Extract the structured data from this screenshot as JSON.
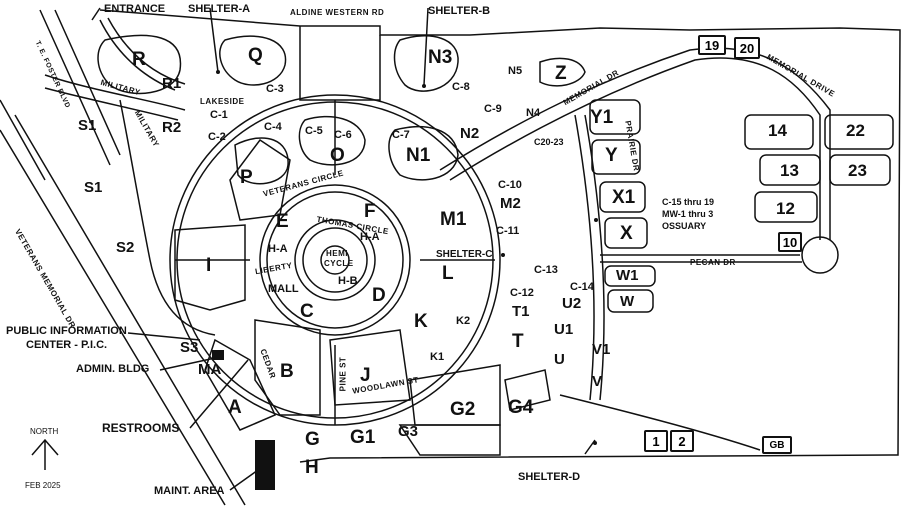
{
  "annotations": {
    "entrance": "ENTRANCE",
    "shelter_a": "SHELTER-A",
    "shelter_b": "SHELTER-B",
    "shelter_c": "SHELTER-C",
    "shelter_d": "SHELTER-D",
    "pic_line1": "PUBLIC INFORMATION",
    "pic_line2": "CENTER - P.I.C.",
    "admin": "ADMIN. BLDG",
    "restrooms": "RESTROOMS",
    "maint": "MAINT. AREA",
    "north": "NORTH",
    "date": "FEB 2025",
    "ossuary_1": "C-15 thru 19",
    "ossuary_2": "MW-1 thru 3",
    "ossuary_3": "OSSUARY"
  },
  "roads": {
    "aldine": "ALDINE WESTERN RD",
    "memorial_dr": "MEMORIAL DR",
    "memorial_drive": "MEMORIAL DRIVE",
    "pecan": "PECAN DR",
    "veterans_memorial": "VETERANS MEMORIAL DR",
    "foster": "T. E. FOSTER BLVD",
    "military": "MILITARY",
    "military2": "MILITARY",
    "lakeside": "LAKESIDE",
    "veterans_circle": "VETERANS CIRCLE",
    "thomas_circle": "THOMAS CIRCLE",
    "liberty": "LIBERTY",
    "pine": "PINE ST",
    "woodlawn": "WOODLAWN ST",
    "mall": "MALL",
    "hemi": "HEMI",
    "cycle": "CYCLE",
    "prairie": "PRAIRIE DR",
    "cedar": "CEDAR"
  },
  "sections": {
    "R": "R",
    "R1": "R1",
    "R2": "R2",
    "Q": "Q",
    "N3": "N3",
    "N5": "N5",
    "N4": "N4",
    "N2": "N2",
    "N1": "N1",
    "Z": "Z",
    "Y1": "Y1",
    "Y": "Y",
    "X1": "X1",
    "X": "X",
    "S1a": "S1",
    "S1b": "S1",
    "S2": "S2",
    "S3": "S3",
    "P": "P",
    "O": "O",
    "I": "I",
    "E": "E",
    "F": "F",
    "D": "D",
    "C": "C",
    "B": "B",
    "A": "A",
    "MA": "MA",
    "J": "J",
    "K": "K",
    "K1": "K1",
    "K2": "K2",
    "L": "L",
    "M1": "M1",
    "M2": "M2",
    "T1": "T1",
    "T": "T",
    "U1": "U1",
    "U": "U",
    "U2": "U2",
    "W1": "W1",
    "W": "W",
    "V1": "V1",
    "V": "V",
    "G": "G",
    "G1": "G1",
    "G2": "G2",
    "G3": "G3",
    "G4": "G4",
    "H": "H",
    "HA1": "H-A",
    "HA2": "H-A",
    "HB": "H-B",
    "s14": "14",
    "s22": "22",
    "s13": "13",
    "s23": "23",
    "s12": "12",
    "s10": "10",
    "s19": "19",
    "s20": "20",
    "s1": "1",
    "s2": "2",
    "GB": "GB"
  },
  "columbaria": {
    "c1": "C-1",
    "c2": "C-2",
    "c3": "C-3",
    "c4": "C-4",
    "c5": "C-5",
    "c6": "C-6",
    "c7": "C-7",
    "c8": "C-8",
    "c9": "C-9",
    "c10": "C-10",
    "c11": "C-11",
    "c12": "C-12",
    "c13": "C-13",
    "c14": "C-14",
    "c2023": "C20-23"
  }
}
